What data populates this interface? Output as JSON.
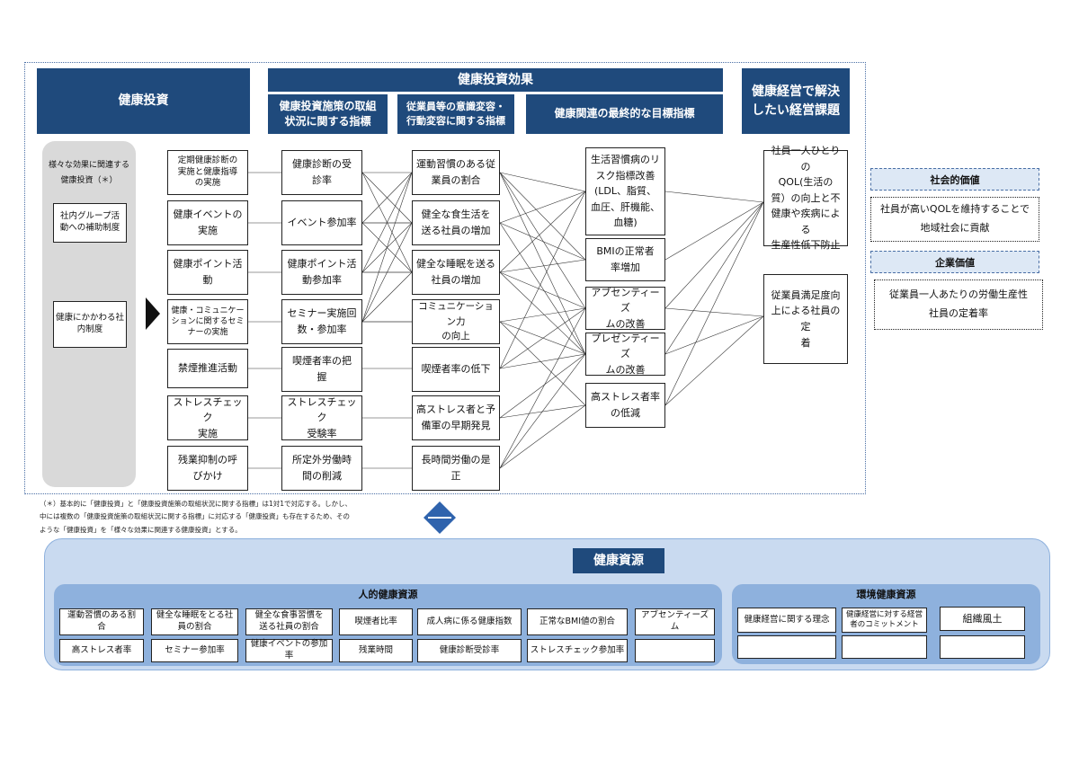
{
  "headers": {
    "investment": "健康投資",
    "effect": "健康投資効果",
    "sub1": "健康投資施策の取組\n状況に関する指標",
    "sub2": "従業員等の意識変容・\n行動変容に関する指標",
    "sub3": "健康関連の最終的な目標指標",
    "issues": "健康経営で解決\nしたい経営課題"
  },
  "left_panel": {
    "title": "様々な効果に関連する\n健康投資（＊）",
    "box1": "社内グループ活\n動への補助制度",
    "box2": "健康にかかわる社\n内制度"
  },
  "col1": [
    "定期健康診断の\n実施と健康指導\nの実施",
    "健康イベントの\n実施",
    "健康ポイント活\n動",
    "健康・コミュニケー\nションに関するセミ\nナーの実施",
    "禁煙推進活動",
    "ストレスチェック\n実施",
    "残業抑制の呼\nびかけ"
  ],
  "col2": [
    "健康診断の受\n診率",
    "イベント参加率",
    "健康ポイント活\n動参加率",
    "セミナー実施回\n数・参加率",
    "喫煙者率の把\n握",
    "ストレスチェック\n受験率",
    "所定外労働時\n間の削減"
  ],
  "col3": [
    "運動習慣のある従\n業員の割合",
    "健全な食生活を\n送る社員の増加",
    "健全な睡眠を送る\n社員の増加",
    "コミュニケーション力\nの向上",
    "喫煙者率の低下",
    "高ストレス者と予\n備軍の早期発見",
    "長時間労働の是\n正"
  ],
  "col4": [
    "生活習慣病のリ\nスク指標改善\n(LDL、脂質、\n血圧、肝機能、\n血糖)",
    "BMIの正常者\n率増加",
    "アブセンティーズ\nムの改善",
    "プレゼンティーズ\nムの改善",
    "高ストレス者率\nの低減"
  ],
  "col5": [
    "社員一人ひとりの\nQOL(生活の\n質）の向上と不\n健康や疾病による\n生産性低下防止",
    "従業員満足度向\n上による社員の定\n着"
  ],
  "values": {
    "social_title": "社会的価値",
    "social_text": "社員が高いQOLを維持することで\n地域社会に貢献",
    "corp_title": "企業価値",
    "corp_text": "従業員一人あたりの労働生産性\n社員の定着率"
  },
  "footnote": "（＊）基本的に「健康投資」と「健康投資施策の取組状況に関する指標」は1対1で対応する。しかし、\n中には複数の「健康投資施策の取組状況に関する指標」に対応する「健康投資」も存在するため、その\nような「健康投資」を「様々な効果に関連する健康投資」とする。",
  "resources": {
    "title": "健康資源",
    "human_title": "人的健康資源",
    "env_title": "環境健康資源",
    "human_row1": [
      "運動習慣のある割\n合",
      "健全な睡眠をとる社\n員の割合",
      "健全な食事習慣を\n送る社員の割合",
      "喫煙者比率",
      "成人病に係る健康指数",
      "正常なBMI値の割合",
      "アブセンティーズム"
    ],
    "human_row2": [
      "高ストレス者率",
      "セミナー参加率",
      "健康イベントの参加\n率",
      "残業時間",
      "健康診断受診率",
      "ストレスチェック参加率",
      ""
    ],
    "env_row1": [
      "健康経営に関する理念",
      "健康経営に対する経営\n者のコミットメント",
      "組織風土"
    ],
    "env_row2": [
      "",
      "",
      ""
    ]
  },
  "colors": {
    "navy": "#1f4a7c",
    "lightblue": "#c9daf0",
    "midblue": "#8eb1dd",
    "grey": "#d9d9d9",
    "diamond": "#2f63ad"
  }
}
